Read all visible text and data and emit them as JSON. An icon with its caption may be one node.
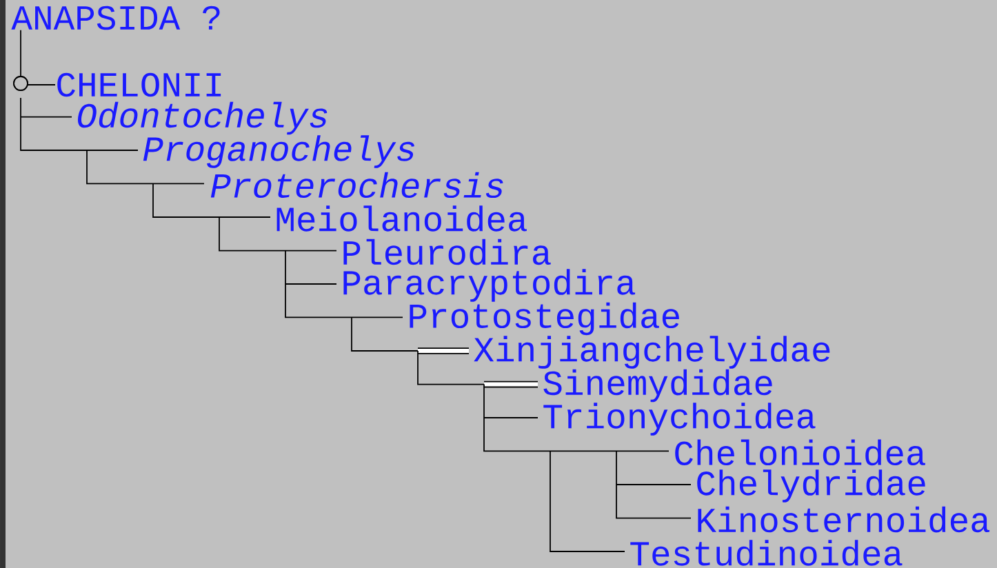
{
  "diagram": {
    "nodes": [
      {
        "text": [
          "ANAPSIDA ?"
        ]
      },
      {
        "text": [
          "CHELONII"
        ]
      },
      {
        "text": [
          "Odontochelys"
        ]
      },
      {
        "text": [
          "Proganochelys"
        ]
      },
      {
        "text": [
          "Proterochersis"
        ]
      },
      {
        "text": [
          "Meiolanoidea"
        ]
      },
      {
        "text": [
          "Pleurodira"
        ]
      },
      {
        "text": [
          "Paracryptodira"
        ]
      },
      {
        "text": [
          "Protostegidae"
        ]
      },
      {
        "text": [
          "Xinjiangchelyidae"
        ]
      },
      {
        "text": [
          "Sinemydidae"
        ]
      },
      {
        "text": [
          "Trionychoidea"
        ]
      },
      {
        "text": [
          "Chelonioidea"
        ]
      },
      {
        "text": [
          "Chelydridae"
        ]
      },
      {
        "text": [
          "Kinosternoidea"
        ]
      },
      {
        "text": [
          "Testudinoidea"
        ]
      }
    ],
    "edges": [
      {
        "from": 0,
        "to": 1,
        "arrow": "none"
      }
    ]
  }
}
